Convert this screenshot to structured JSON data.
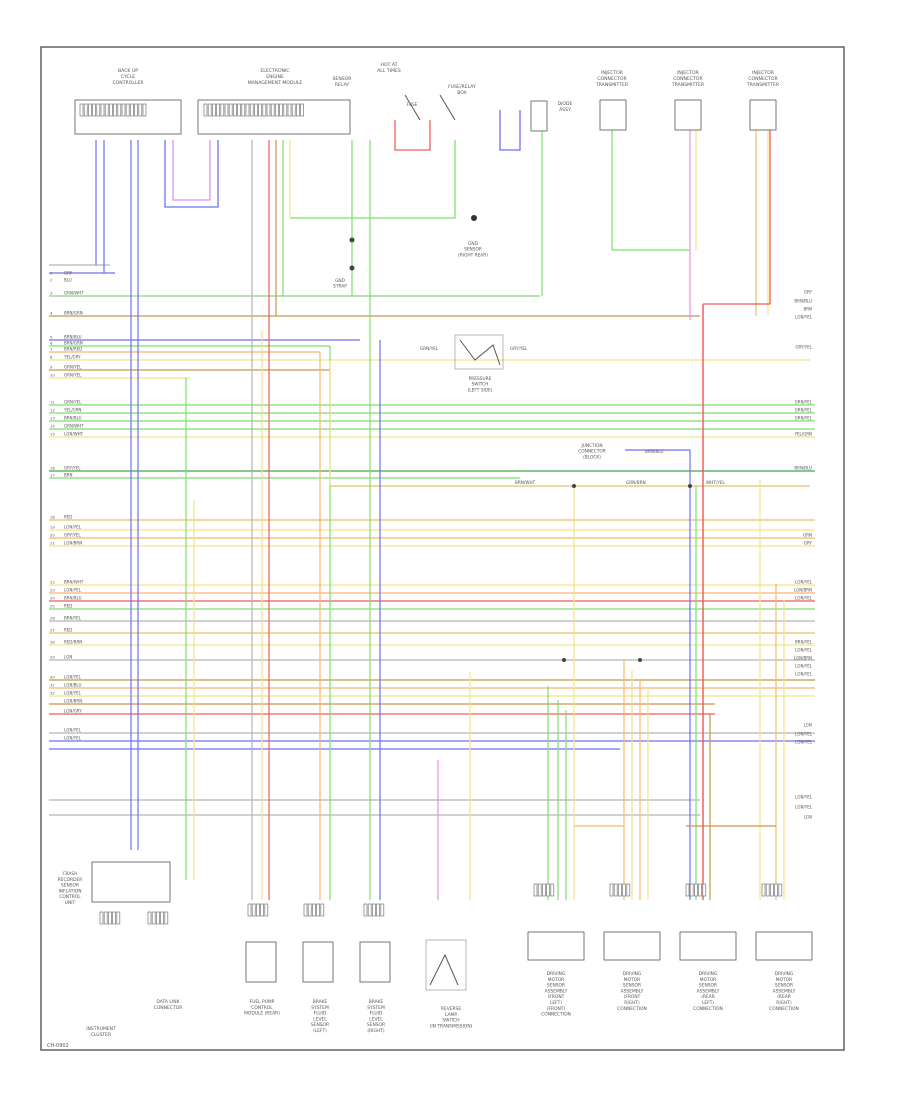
{
  "diagram": {
    "footer_code": "CH-0902",
    "top_components": {
      "back_up_cyl": [
        "BACK UP",
        "CYCLE",
        "CONTROLLER"
      ],
      "electronic_module": [
        "ELECTRONIC",
        "ENGINE",
        "MANAGEMENT MODULE"
      ],
      "relay": [
        "SENSOR",
        "RELAY"
      ],
      "hot_at_all_times": [
        "HOT AT",
        "ALL TIMES"
      ],
      "fuse_box": [
        "FUSE/RELAY",
        "BOX"
      ],
      "fuse_label": "FUSE",
      "diode": [
        "DIODE",
        "ASSY"
      ],
      "injector_a": [
        "INJECTOR",
        "CONNECTOR",
        "TRANSMITTER"
      ],
      "injector_b": [
        "INJECTOR",
        "CONNECTOR",
        "TRANSMITTER"
      ],
      "injector_c": [
        "INJECTOR",
        "CONNECTOR",
        "TRANSMITTER"
      ]
    },
    "mid_labels": {
      "ground_sensor": [
        "GND",
        "SENSOR",
        "(RIGHT REAR)"
      ],
      "gnd_label": [
        "GND",
        "STRAP"
      ],
      "switch_block": [
        "PRESSURE",
        "SWITCH",
        "(LEFT SIDE)"
      ],
      "junction": [
        "JUNCTION",
        "CONNECTOR",
        "(BLOCK)"
      ],
      "junction_top": "BRN/BLU",
      "switch_left_wire": "GRN/YEL",
      "switch_right_wire": "GRY/YEL",
      "junction_wires": [
        "BRN/WHT",
        "GRN/BRN",
        "WHT/YEL"
      ]
    },
    "left_wires": [
      "GRY",
      "BLU",
      "GRN/WHT",
      "BRN/GRN",
      "BRN/BLU",
      "BRN/GRN",
      "BRN/RED",
      "YEL/GRY",
      "GRN/YEL",
      "GRN/YEL",
      "GRN/YEL",
      "YEL/GRN",
      "BRN/BLU",
      "GRN/WHT",
      "LGN/WHT",
      "GRY/YEL",
      "BRN",
      "RED",
      "LGN/YEL",
      "GRY/YEL",
      "LGN/BRN",
      "BRN/WHT",
      "LGN/YEL",
      "BRN/BLU",
      "RED",
      "BRN/YEL",
      "RED",
      "RED/BRN",
      "LGN",
      "LGN/YEL",
      "LGN/BLU",
      "LGN/YEL",
      "LGN/BRN",
      "LGN/GRY",
      "LGN/YEL",
      "LGN/YEL"
    ],
    "left_pins": [
      "1",
      "2",
      "3",
      "4",
      "5",
      "6",
      "7",
      "8",
      "9",
      "10",
      "11",
      "12",
      "13",
      "14",
      "15",
      "16",
      "17",
      "18",
      "19",
      "20",
      "21",
      "22",
      "23",
      "24",
      "25",
      "26",
      "27",
      "28",
      "29",
      "30",
      "31",
      "32"
    ],
    "right_wires": [
      "GRY",
      "BRN/BLU",
      "BRN",
      "LGN/YEL",
      "GRY/YEL",
      "GRN/YEL",
      "GRN/YEL",
      "GRN/YEL",
      "YEL/GRN",
      "BRN/BLU",
      "GRN",
      "GRY",
      "LGN/YEL",
      "LGN/BRN",
      "LGN/YEL",
      "BRN/YEL",
      "LGN/YEL",
      "LGN/BRN",
      "LGN/YEL",
      "LGN/YEL",
      "LGN",
      "LGN/YEL",
      "LGN/YEL",
      "LGN/YEL",
      "LGN/YEL",
      "LGN"
    ],
    "bottom_components": {
      "display": [
        "CRASH",
        "RECORDER",
        "SENSOR",
        "INFLATION",
        "CONTROL",
        "UNIT"
      ],
      "cluster": [
        "INSTRUMENT",
        "CLUSTER"
      ],
      "data_link": [
        "DATA LINK",
        "CONNECTOR"
      ],
      "fuel_pump": [
        "FUEL PUMP",
        "CONTROL",
        "MODULE (REAR)"
      ],
      "brake_a": [
        "BRAKE",
        "SYSTEM",
        "FLUID",
        "LEVEL",
        "SENSOR",
        "(LEFT)"
      ],
      "brake_b": [
        "BRAKE",
        "SYSTEM",
        "FLUID",
        "LEVEL",
        "SENSOR",
        "(RIGHT)"
      ],
      "park_switch": [
        "REVERSE",
        "LAMP",
        "SWITCH",
        "(IN TRANSMISSION)"
      ],
      "motor_1": [
        "DRIVING",
        "MOTOR",
        "SENSOR",
        "ASSEMBLY",
        "(FRONT",
        "LEFT)",
        "(FRONT)",
        "CONNECTION"
      ],
      "motor_2": [
        "DRIVING",
        "MOTOR",
        "SENSOR",
        "ASSEMBLY",
        "(FRONT",
        "RIGHT)",
        "CONNECTION"
      ],
      "motor_3": [
        "DRIVING",
        "MOTOR",
        "SENSOR",
        "ASSEMBLY",
        "(REAR",
        "LEFT)",
        "CONNECTION"
      ],
      "motor_4": [
        "DRIVING",
        "MOTOR",
        "SENSOR",
        "ASSEMBLY",
        "(REAR",
        "RIGHT)",
        "CONNECTION"
      ]
    },
    "colors": {
      "border": "#555555",
      "green": "#7dde6f",
      "yellow": "#f0e48a",
      "orange": "#f4b96b",
      "blue": "#6f6ff0",
      "red": "#ee5a5a",
      "brown": "#c9954a",
      "pink": "#e88ee8",
      "gray": "#b5b5b5"
    }
  }
}
